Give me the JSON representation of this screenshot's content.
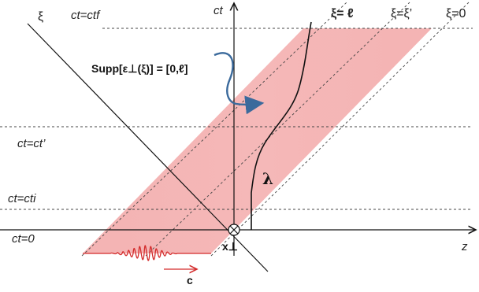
{
  "labels": {
    "xi_axis": "ξ",
    "ct_axis": "ct",
    "z_axis": "z",
    "xperp": "x⊥",
    "ct_f": "ct=ctf",
    "ct_prime": "ct=ct’",
    "ct_i": "ct=cti",
    "ct_0": "ct=0",
    "xi_ell": "ξ= ℓ",
    "xi_prime": "ξ=ξ’",
    "xi_0": "ξ=0",
    "supp": "Supp[ε⊥(ξ)] = [0,ℓ]",
    "lambda": "λ",
    "c": "c"
  },
  "colors": {
    "band": "#f4a7a7",
    "axis": "#111111",
    "dash": "#444444",
    "pulse": "#d32b2b",
    "arrow_blue": "#3b6a9c"
  }
}
